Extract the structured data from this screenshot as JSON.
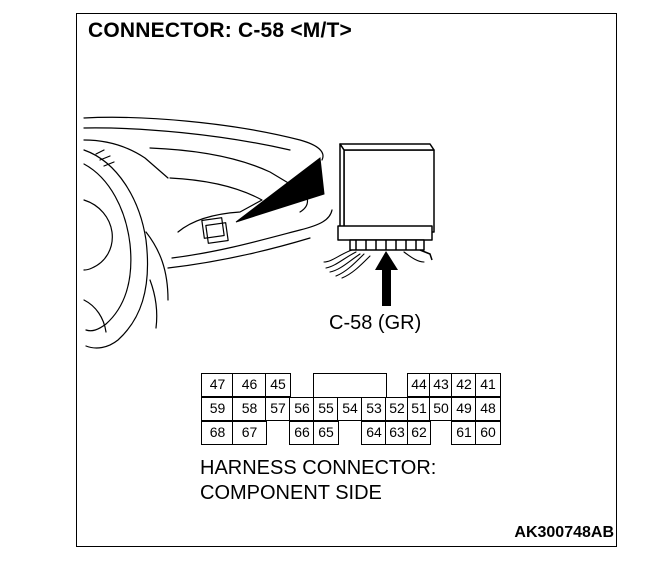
{
  "title": "CONNECTOR: C-58 <M/T>",
  "connector_label": "C-58 (GR)",
  "pins": {
    "row1": [
      "47",
      "46",
      "45",
      "44",
      "43",
      "42",
      "41"
    ],
    "row2": [
      "59",
      "58",
      "57",
      "56",
      "55",
      "54",
      "53",
      "52",
      "51",
      "50",
      "49",
      "48"
    ],
    "row3": [
      "68",
      "67",
      "66",
      "65",
      "64",
      "63",
      "62",
      "61",
      "60"
    ]
  },
  "harness_text": {
    "line1": "HARNESS CONNECTOR:",
    "line2": "COMPONENT SIDE"
  },
  "reference_code": "AK300748AB"
}
